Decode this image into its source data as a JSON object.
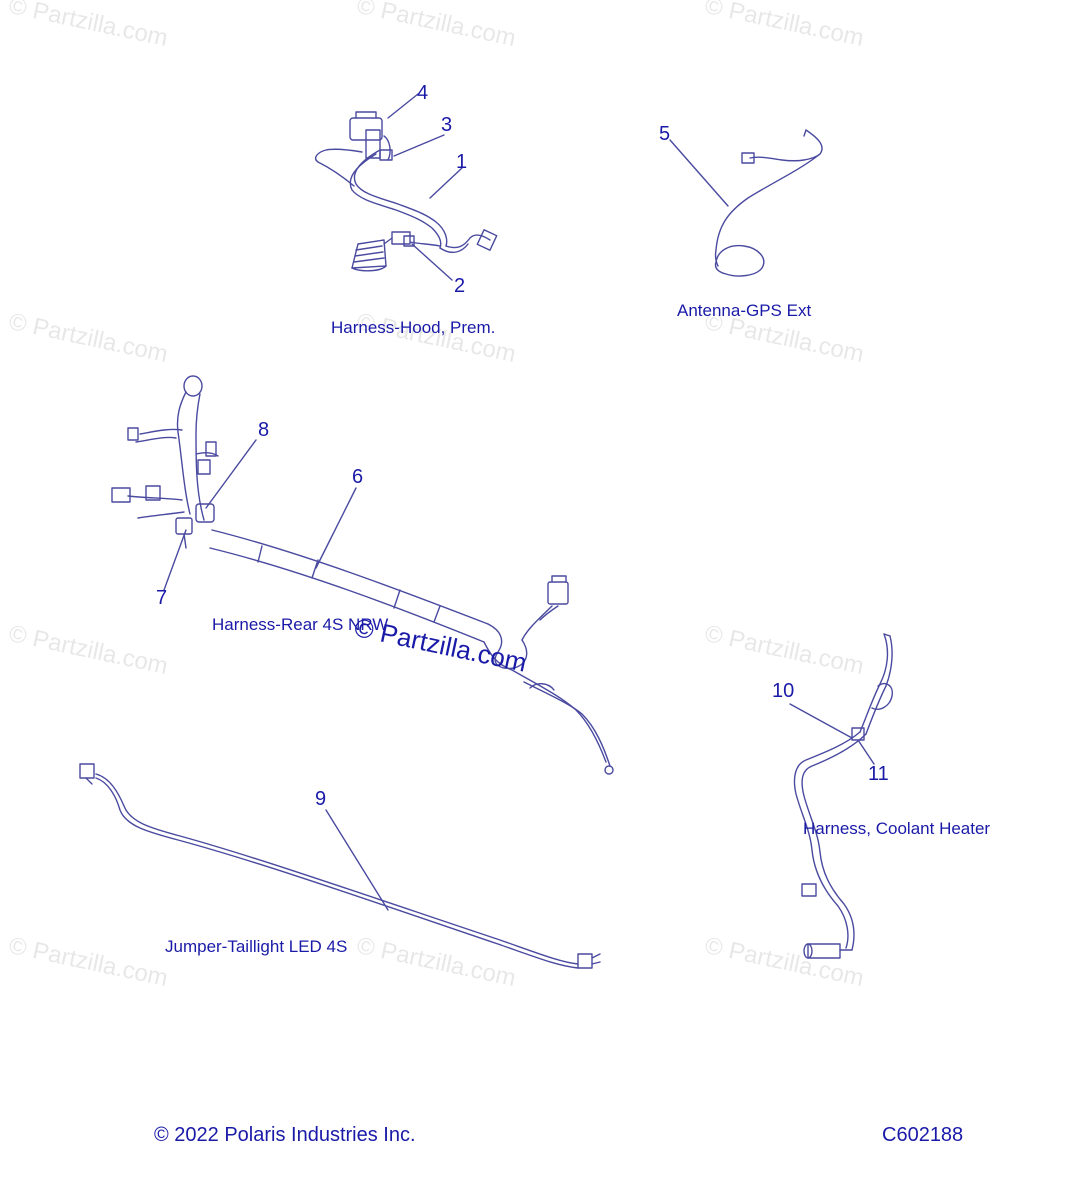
{
  "watermark_text": "© Partzilla.com",
  "callouts": [
    "1",
    "2",
    "3",
    "4",
    "5",
    "6",
    "7",
    "8",
    "9",
    "10",
    "11"
  ],
  "captions": {
    "harness_hood": "Harness-Hood, Prem.",
    "antenna_gps": "Antenna-GPS Ext",
    "harness_rear": "Harness-Rear 4S NRW",
    "jumper_taillight": "Jumper-Taillight LED 4S",
    "coolant_heater": "Harness, Coolant Heater"
  },
  "footer": {
    "copyright": "© 2022 Polaris Industries Inc.",
    "code": "C602188"
  },
  "colors": {
    "line_art": "#4a4aa0",
    "label": "#1a1aa8"
  }
}
